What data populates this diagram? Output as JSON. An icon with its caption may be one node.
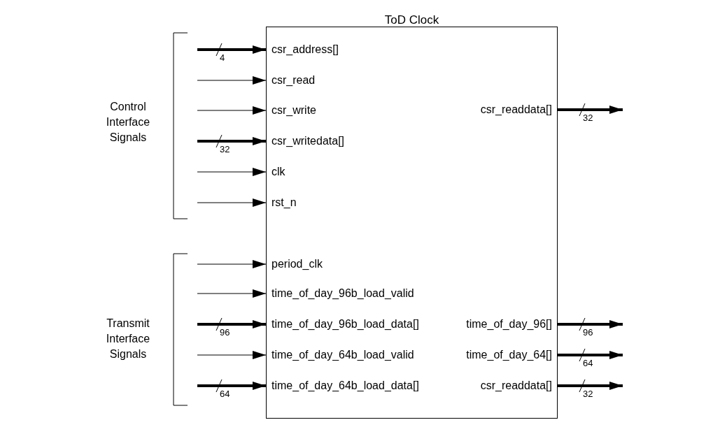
{
  "diagram": {
    "nodes": [
      {
        "text": [
          "ToD Clock"
        ]
      },
      {
        "text": [
          "csr_address[]"
        ],
        "in": 0
      },
      {
        "text": [
          "csr_read"
        ],
        "in": 0
      },
      {
        "text": [
          "csr_write"
        ],
        "in": 0
      },
      {
        "text": [
          "csr_writedata[]"
        ],
        "in": 0
      },
      {
        "text": [
          "clk"
        ],
        "in": 0
      },
      {
        "text": [
          "rst_n"
        ],
        "in": 0
      },
      {
        "text": [
          "period_clk"
        ],
        "in": 0
      },
      {
        "text": [
          "time_of_day_96b_load_valid"
        ],
        "in": 0
      },
      {
        "text": [
          "time_of_day_96b_load_data[]"
        ],
        "in": 0
      },
      {
        "text": [
          "time_of_day_64b_load_valid"
        ],
        "in": 0
      },
      {
        "text": [
          "time_of_day_64b_load_data[]"
        ],
        "in": 0
      },
      {
        "text": [
          "csr_readdata[]"
        ],
        "in": 0
      },
      {
        "text": [
          "time_of_day_96[]"
        ],
        "in": 0
      },
      {
        "text": [
          "time_of_day_64[]"
        ],
        "in": 0
      },
      {
        "text": [
          "csr_readdata[]"
        ],
        "in": 0
      }
    ],
    "edges": [
      {
        "from": null,
        "to": 1,
        "arrow": "to",
        "label": "4"
      },
      {
        "from": null,
        "to": 2,
        "arrow": "to"
      },
      {
        "from": null,
        "to": 3,
        "arrow": "to"
      },
      {
        "from": null,
        "to": 4,
        "arrow": "to",
        "label": "32"
      },
      {
        "from": null,
        "to": 5,
        "arrow": "to"
      },
      {
        "from": null,
        "to": 6,
        "arrow": "to"
      },
      {
        "from": null,
        "to": 7,
        "arrow": "to"
      },
      {
        "from": null,
        "to": 8,
        "arrow": "to"
      },
      {
        "from": null,
        "to": 9,
        "arrow": "to",
        "label": "96"
      },
      {
        "from": null,
        "to": 10,
        "arrow": "to"
      },
      {
        "from": null,
        "to": 11,
        "arrow": "to",
        "label": "64"
      },
      {
        "from": 12,
        "to": null,
        "arrow": "to",
        "label": "32"
      },
      {
        "from": 13,
        "to": null,
        "arrow": "to",
        "label": "96"
      },
      {
        "from": 14,
        "to": null,
        "arrow": "to",
        "label": "64"
      },
      {
        "from": 15,
        "to": null,
        "arrow": "to",
        "label": "32"
      }
    ],
    "labels": [
      "Control Interface Signals",
      "Transmit Interface Signals"
    ]
  }
}
